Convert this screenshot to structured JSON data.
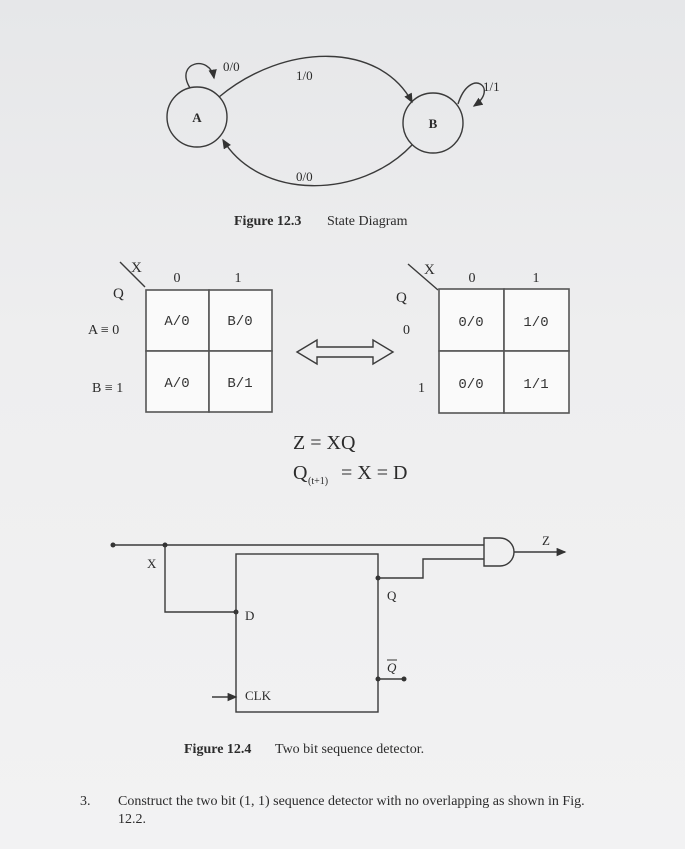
{
  "state_diagram": {
    "states": [
      "A",
      "B"
    ],
    "transitions": {
      "a_self": "0/0",
      "a_to_b": "1/0",
      "b_self": "1/1",
      "b_to_a": "0/0"
    },
    "caption_label": "Figure 12.3",
    "caption_text": "State Diagram"
  },
  "state_table": {
    "x_label": "X",
    "q_label": "Q",
    "col_headers": [
      "0",
      "1"
    ],
    "row_labels": [
      "A ≡ 0",
      "B ≡ 1"
    ],
    "cells": [
      [
        "A/0",
        "B/0"
      ],
      [
        "A/0",
        "B/1"
      ]
    ]
  },
  "binary_table": {
    "x_label": "X",
    "q_label": "Q",
    "col_headers": [
      "0",
      "1"
    ],
    "row_labels": [
      "0",
      "1"
    ],
    "cells": [
      [
        "0/0",
        "1/0"
      ],
      [
        "0/0",
        "1/1"
      ]
    ]
  },
  "equations": {
    "eq1": "Z = XQ",
    "eq2_lhs": "Q",
    "eq2_sub": "(t+1)",
    "eq2_rhs": "= X = D"
  },
  "circuit": {
    "input_label": "X",
    "d_label": "D",
    "q_label": "Q",
    "qbar_label": "Q",
    "clk_label": "CLK",
    "output_label": "Z",
    "caption_label": "Figure 12.4",
    "caption_text": "Two bit sequence detector."
  },
  "question": {
    "number": "3.",
    "line1": "Construct the two bit (1, 1) sequence detector with no overlapping as shown in Fig.",
    "line2": "12.2."
  }
}
